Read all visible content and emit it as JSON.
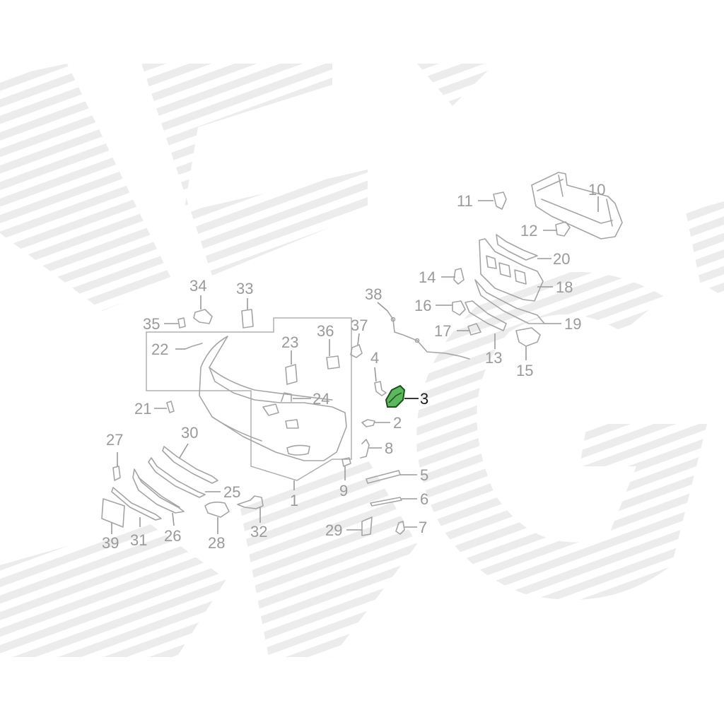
{
  "diagram": {
    "labels": [
      {
        "id": "1",
        "text": "1"
      },
      {
        "id": "2",
        "text": "2"
      },
      {
        "id": "3",
        "text": "3",
        "highlighted": true
      },
      {
        "id": "4",
        "text": "4"
      },
      {
        "id": "5",
        "text": "5"
      },
      {
        "id": "6",
        "text": "6"
      },
      {
        "id": "7",
        "text": "7"
      },
      {
        "id": "8",
        "text": "8"
      },
      {
        "id": "9",
        "text": "9"
      },
      {
        "id": "10",
        "text": "10"
      },
      {
        "id": "11",
        "text": "11"
      },
      {
        "id": "12",
        "text": "12"
      },
      {
        "id": "13",
        "text": "13"
      },
      {
        "id": "14",
        "text": "14"
      },
      {
        "id": "15",
        "text": "15"
      },
      {
        "id": "16",
        "text": "16"
      },
      {
        "id": "17",
        "text": "17"
      },
      {
        "id": "18",
        "text": "18"
      },
      {
        "id": "19",
        "text": "19"
      },
      {
        "id": "20",
        "text": "20"
      },
      {
        "id": "21",
        "text": "21"
      },
      {
        "id": "22",
        "text": "22"
      },
      {
        "id": "23",
        "text": "23"
      },
      {
        "id": "24",
        "text": "24"
      },
      {
        "id": "25",
        "text": "25"
      },
      {
        "id": "26",
        "text": "26"
      },
      {
        "id": "27",
        "text": "27"
      },
      {
        "id": "28",
        "text": "28"
      },
      {
        "id": "29",
        "text": "29"
      },
      {
        "id": "30",
        "text": "30"
      },
      {
        "id": "31",
        "text": "31"
      },
      {
        "id": "32",
        "text": "32"
      },
      {
        "id": "33",
        "text": "33"
      },
      {
        "id": "34",
        "text": "34"
      },
      {
        "id": "35",
        "text": "35"
      },
      {
        "id": "36",
        "text": "36"
      },
      {
        "id": "37",
        "text": "37"
      },
      {
        "id": "38",
        "text": "38"
      },
      {
        "id": "39",
        "text": "39"
      }
    ],
    "colors": {
      "highlight": "#5cb85c",
      "highlight_stroke": "#1f4f1f",
      "line": "#a5a5a5",
      "label": "#9a9a9a",
      "watermark": "#e6e6e6"
    }
  }
}
